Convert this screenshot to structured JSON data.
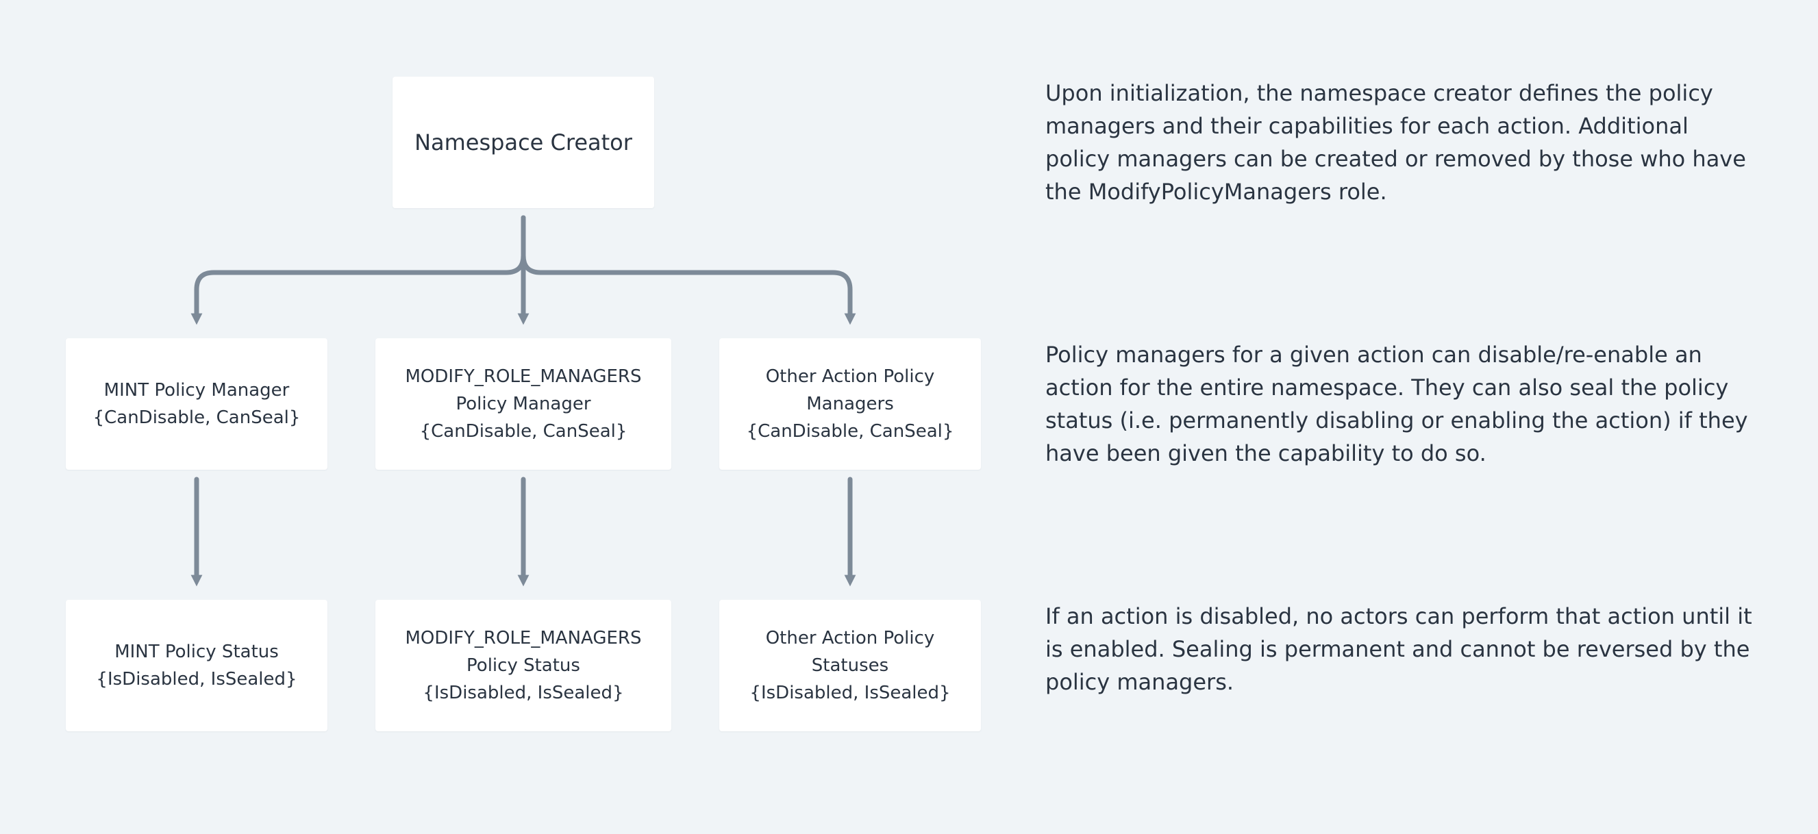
{
  "colors": {
    "background": "#f0f4f7",
    "box_fill": "#ffffff",
    "text": "#2a3441",
    "connector": "#7d8a98"
  },
  "diagram": {
    "root": {
      "lines": [
        "Namespace Creator"
      ]
    },
    "managers": [
      {
        "lines": [
          "MINT Policy Manager",
          "{CanDisable, CanSeal}"
        ]
      },
      {
        "lines": [
          "MODIFY_ROLE_MANAGERS",
          "Policy Manager",
          "{CanDisable, CanSeal}"
        ]
      },
      {
        "lines": [
          "Other Action Policy",
          "Managers",
          "{CanDisable, CanSeal}"
        ]
      }
    ],
    "statuses": [
      {
        "lines": [
          "MINT Policy Status",
          "{IsDisabled, IsSealed}"
        ]
      },
      {
        "lines": [
          "MODIFY_ROLE_MANAGERS",
          "Policy Status",
          "{IsDisabled, IsSealed}"
        ]
      },
      {
        "lines": [
          "Other Action Policy",
          "Statuses",
          "{IsDisabled, IsSealed}"
        ]
      }
    ]
  },
  "notes": [
    "Upon initialization, the namespace creator defines the policy managers and their capabilities for each action. Additional policy managers can be created or removed by those who have the ModifyPolicyManagers role.",
    "Policy managers for a given action can disable/re-enable an action for the entire namespace. They can also seal the policy status (i.e. permanently disabling or enabling the action) if they have been given the capability to do so.",
    "If an action is disabled, no actors can perform that action until it is enabled. Sealing is permanent and cannot be reversed by the policy managers."
  ]
}
